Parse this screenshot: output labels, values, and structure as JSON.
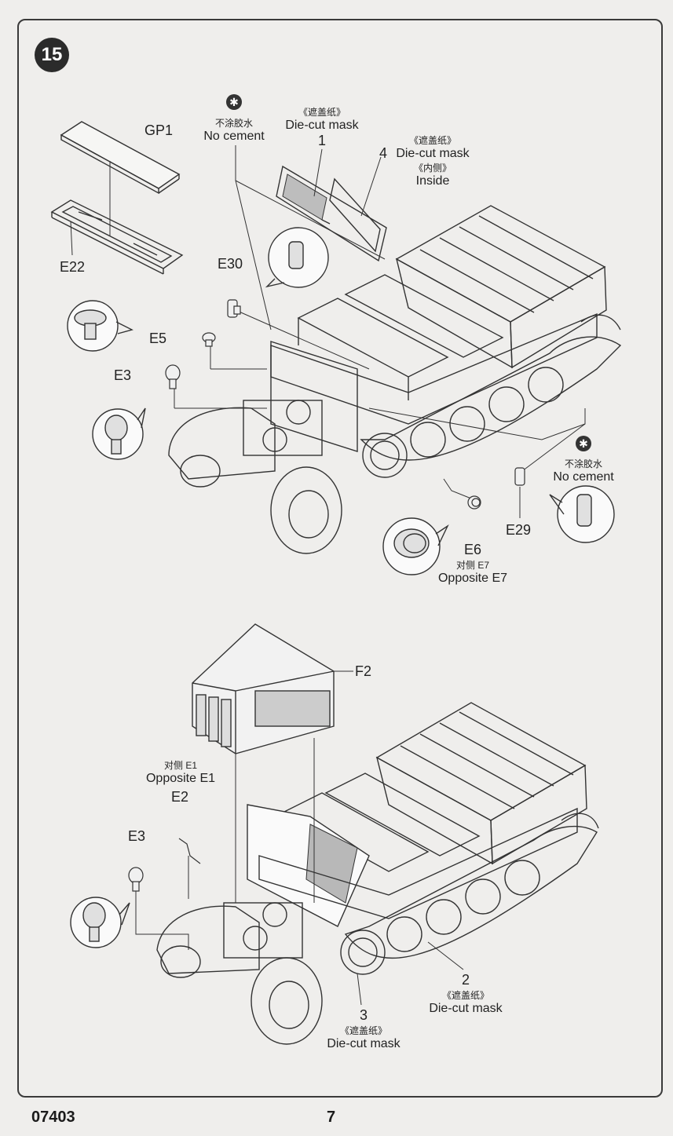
{
  "step": {
    "number": "15"
  },
  "top": {
    "gp1": "GP1",
    "e22": "E22",
    "no_cement_1": {
      "cn": "不涂胶水",
      "en": "No cement"
    },
    "mask1": {
      "num": "1",
      "cn": "《遮盖纸》",
      "en": "Die-cut mask"
    },
    "mask4": {
      "num": "4",
      "cn": "《遮盖纸》",
      "en": "Die-cut mask",
      "cn2": "《内侧》",
      "en2": "Inside"
    },
    "e30": "E30",
    "e5": "E5",
    "e3": "E3",
    "no_cement_2": {
      "cn": "不涂胶水",
      "en": "No cement"
    },
    "e29": "E29",
    "e6": {
      "label": "E6",
      "cn": "对侧 E7",
      "en": "Opposite E7"
    }
  },
  "bottom": {
    "f2": "F2",
    "e1": {
      "cn": "对侧 E1",
      "en": "Opposite E1"
    },
    "e2": "E2",
    "e3": "E3",
    "mask2": {
      "num": "2",
      "cn": "《遮盖纸》",
      "en": "Die-cut mask"
    },
    "mask3": {
      "num": "3",
      "cn": "《遮盖纸》",
      "en": "Die-cut mask"
    }
  },
  "footer": {
    "code": "07403",
    "page": "7"
  }
}
